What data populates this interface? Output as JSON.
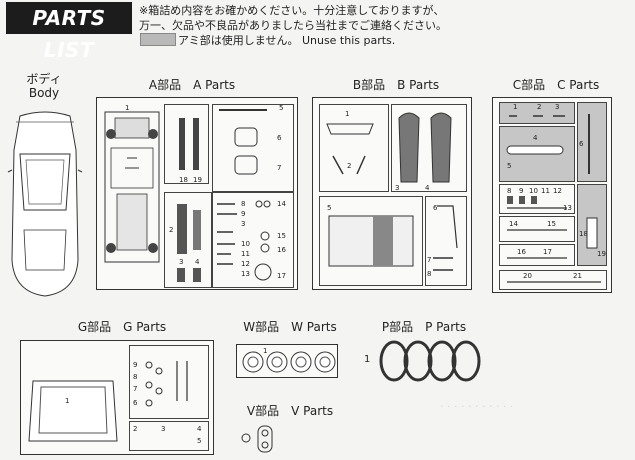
{
  "header": {
    "badge": "PARTS LIST",
    "note_line1": "※箱詰め内容をお確かめください。十分注意しておりますが、",
    "note_line2": "万一、欠品や不良品がありましたら当社までご連絡ください。",
    "note_line3": "アミ部は使用しません。 Unuse this parts."
  },
  "body_kit": {
    "label_jp": "ボディ",
    "label_en": "Body"
  },
  "sections": {
    "a": {
      "label": "A部品　A Parts"
    },
    "b": {
      "label": "B部品　B Parts"
    },
    "c": {
      "label": "C部品　C Parts"
    },
    "g": {
      "label": "G部品　G Parts"
    },
    "w": {
      "label": "W部品　W Parts"
    },
    "p": {
      "label": "P部品　P Parts"
    },
    "v": {
      "label": "V部品　V Parts"
    }
  },
  "numbers": {
    "a": [
      "1",
      "5",
      "6",
      "7",
      "18",
      "19",
      "2",
      "8",
      "9",
      "3",
      "10",
      "11",
      "12",
      "13",
      "14",
      "15",
      "16",
      "17",
      "3",
      "4"
    ],
    "b": [
      "1",
      "2",
      "3",
      "4",
      "5",
      "6",
      "7",
      "8"
    ],
    "c": [
      "1",
      "2",
      "3",
      "4",
      "5",
      "6",
      "8",
      "9",
      "10",
      "11",
      "12",
      "13",
      "14",
      "15",
      "16",
      "17",
      "18",
      "19",
      "20",
      "21"
    ],
    "g": [
      "1",
      "9",
      "8",
      "7",
      "6",
      "2",
      "3",
      "4",
      "5"
    ],
    "w": [
      "1"
    ],
    "p": [
      "1"
    ]
  },
  "colors": {
    "badge_bg": "#1c1c1c",
    "unused_fill": "#c6c6c6",
    "line": "#333333"
  }
}
